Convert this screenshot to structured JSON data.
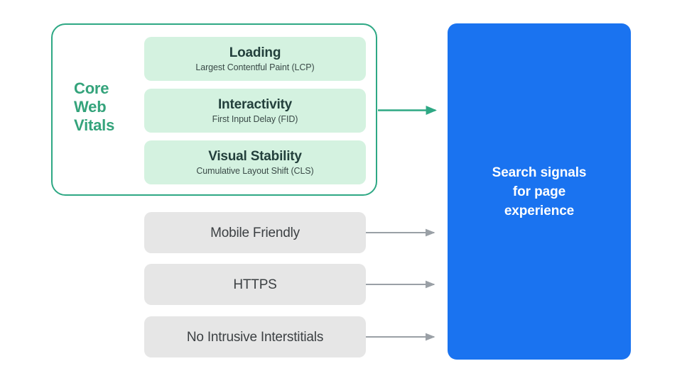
{
  "diagram": {
    "title": "Search signals for page experience",
    "colors": {
      "green_accent": "#34A37B",
      "green_border": "#2EA884",
      "green_pill_bg": "#D4F2E0",
      "gray_pill_bg": "#E6E6E6",
      "gray_text": "#3C4043",
      "blue_bg": "#1A73F0",
      "arrow_gray": "#9AA0A6",
      "arrow_green": "#2EA884",
      "background": "#FFFFFF"
    }
  },
  "core_web_vitals": {
    "group_label": "Core Web Vitals",
    "group_label_lines": [
      "Core",
      "Web",
      "Vitals"
    ],
    "metrics": [
      {
        "title": "Loading",
        "subtitle": "Largest Contentful Paint (LCP)",
        "abbr": "LCP"
      },
      {
        "title": "Interactivity",
        "subtitle": "First Input Delay (FID)",
        "abbr": "FID"
      },
      {
        "title": "Visual Stability",
        "subtitle": "Cumulative Layout Shift (CLS)",
        "abbr": "CLS"
      }
    ]
  },
  "other_signals": [
    {
      "label": "Mobile Friendly"
    },
    {
      "label": "HTTPS"
    },
    {
      "label": "No Intrusive Interstitials"
    }
  ],
  "destination": {
    "lines": [
      "Search signals",
      "for page",
      "experience"
    ],
    "text": "Search signals for page experience"
  },
  "arrows": [
    {
      "name": "core-web-vitals-arrow",
      "color": "green",
      "from": "core-web-vitals-group",
      "to": "search-signals-box"
    },
    {
      "name": "mobile-friendly-arrow",
      "color": "gray",
      "from": "mobile-friendly-pill",
      "to": "search-signals-box"
    },
    {
      "name": "https-arrow",
      "color": "gray",
      "from": "https-pill",
      "to": "search-signals-box"
    },
    {
      "name": "no-intrusive-interstitials-arrow",
      "color": "gray",
      "from": "no-intrusive-interstitials-pill",
      "to": "search-signals-box"
    }
  ]
}
